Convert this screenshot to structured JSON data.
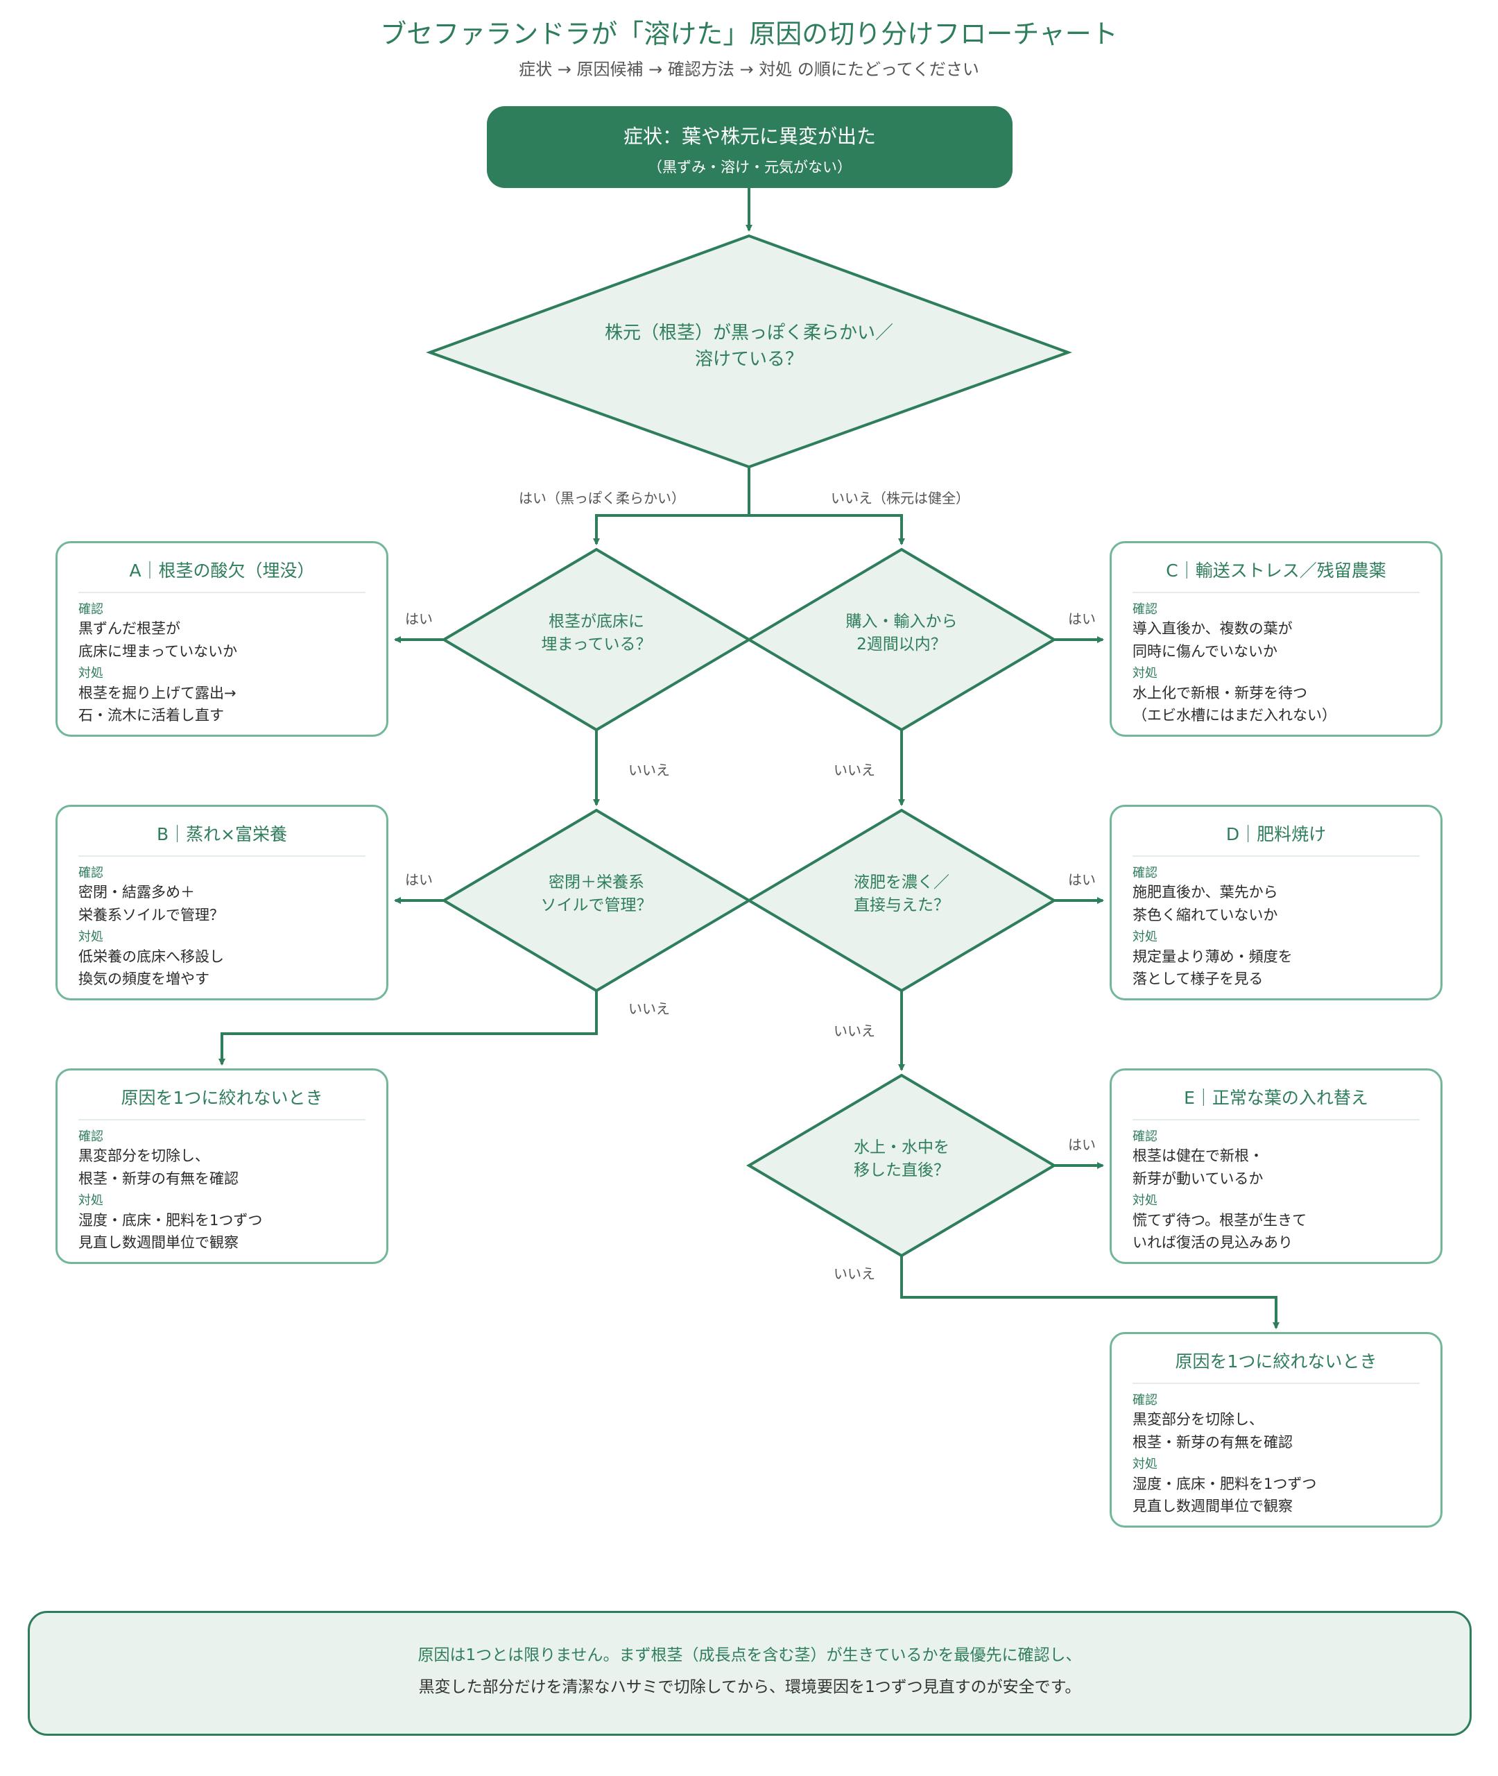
{
  "title": "ブセファランドラが「溶けた」原因の切り分けフローチャート",
  "subtitle": "症状 → 原因候補 → 確認方法 → 対処 の順にたどってください",
  "start": {
    "main": "症状：葉や株元に異変が出た",
    "sub": "（黒ずみ・溶け・元気がない）"
  },
  "decisions": {
    "q1": [
      "株元（根茎）が黒っぽく柔らかい／",
      "溶けている？"
    ],
    "q2": [
      "根茎が底床に",
      "埋まっている？"
    ],
    "q3": [
      "購入・輸入から",
      "2週間以内？"
    ],
    "q4": [
      "密閉＋栄養系",
      "ソイルで管理？"
    ],
    "q5": [
      "液肥を濃く／",
      "直接与えた？"
    ],
    "q6": [
      "水上・水中を",
      "移した直後？"
    ]
  },
  "edge_labels": {
    "q1_yes": "はい（黒っぽく柔らかい）",
    "q1_no": "いいえ（株元は健全）",
    "yes": "はい",
    "no": "いいえ"
  },
  "cards": {
    "section_check": "確認",
    "section_action": "対処",
    "a": {
      "title": "A｜根茎の酸欠（埋没）",
      "check": [
        "黒ずんだ根茎が",
        "底床に埋まっていないか"
      ],
      "action": [
        "根茎を掘り上げて露出→",
        "石・流木に活着し直す"
      ]
    },
    "b": {
      "title": "B｜蒸れ×富栄養",
      "check": [
        "密閉・結露多め＋",
        "栄養系ソイルで管理？"
      ],
      "action": [
        "低栄養の底床へ移設し",
        "換気の頻度を増やす"
      ]
    },
    "c": {
      "title": "C｜輸送ストレス／残留農薬",
      "check": [
        "導入直後か、複数の葉が",
        "同時に傷んでいないか"
      ],
      "action": [
        "水上化で新根・新芽を待つ",
        "（エビ水槽にはまだ入れない）"
      ]
    },
    "d": {
      "title": "D｜肥料焼け",
      "check": [
        "施肥直後か、葉先から",
        "茶色く縮れていないか"
      ],
      "action": [
        "規定量より薄め・頻度を",
        "落として様子を見る"
      ]
    },
    "e": {
      "title": "E｜正常な葉の入れ替え",
      "check": [
        "根茎は健在で新根・",
        "新芽が動いているか"
      ],
      "action": [
        "慌てず待つ。根茎が生きて",
        "いれば復活の見込みあり"
      ]
    },
    "unknown": {
      "title": "原因を1つに絞れないとき",
      "check": [
        "黒変部分を切除し、",
        "根茎・新芽の有無を確認"
      ],
      "action": [
        "湿度・底床・肥料を1つずつ",
        "見直し数週間単位で観察"
      ]
    }
  },
  "note": {
    "line1": "原因は1つとは限りません。まず根茎（成長点を含む茎）が生きているかを最優先に確認し、",
    "line2": "黒変した部分だけを清潔なハサミで切除してから、環境要因を1つずつ見直すのが安全です。"
  },
  "colors": {
    "accent": "#2e7d5b",
    "diamond_fill": "#e9f2ed",
    "card_border": "#73b79a"
  }
}
